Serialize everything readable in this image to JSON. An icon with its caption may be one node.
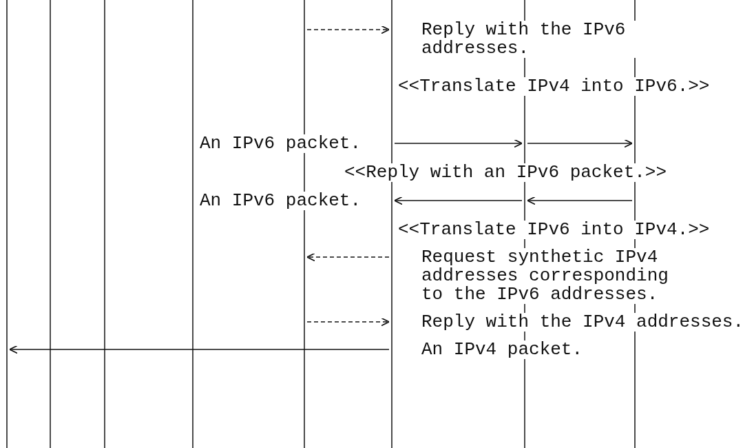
{
  "diagram": {
    "nodes": [
      {
        "text": [],
        "shape": "line"
      },
      {
        "text": [],
        "shape": "line"
      },
      {
        "text": [],
        "shape": "line"
      },
      {
        "text": [],
        "shape": "line"
      },
      {
        "text": [],
        "shape": "line"
      },
      {
        "text": [],
        "shape": "line"
      },
      {
        "text": [],
        "shape": "line"
      },
      {
        "text": [],
        "shape": "line"
      }
    ],
    "edges": [
      {
        "from": 4,
        "to": 5,
        "arrow": "to",
        "style": "dashed"
      },
      {
        "from": 5,
        "to": 6,
        "arrow": "to"
      },
      {
        "from": 6,
        "to": 7,
        "arrow": "to"
      },
      {
        "from": 6,
        "to": 5,
        "arrow": "to"
      },
      {
        "from": 7,
        "to": 6,
        "arrow": "to"
      },
      {
        "from": 5,
        "to": 4,
        "arrow": "to",
        "style": "dashed"
      },
      {
        "from": 4,
        "to": 5,
        "arrow": "to",
        "style": "dashed"
      },
      {
        "from": 5,
        "to": 0,
        "arrow": "to"
      }
    ],
    "labels": [
      "Reply with the IPv6 addresses.",
      "<<Translate IPv4 into IPv6.>>",
      "An IPv6 packet.",
      "<<Reply with an IPv6 packet.>>",
      "An IPv6 packet.",
      "<<Translate IPv6 into IPv4.>>",
      "Request synthetic IPv4 addresses corresponding to the IPv6 addresses.",
      "Reply with the IPv4 addresses.",
      "An IPv4 packet."
    ]
  }
}
